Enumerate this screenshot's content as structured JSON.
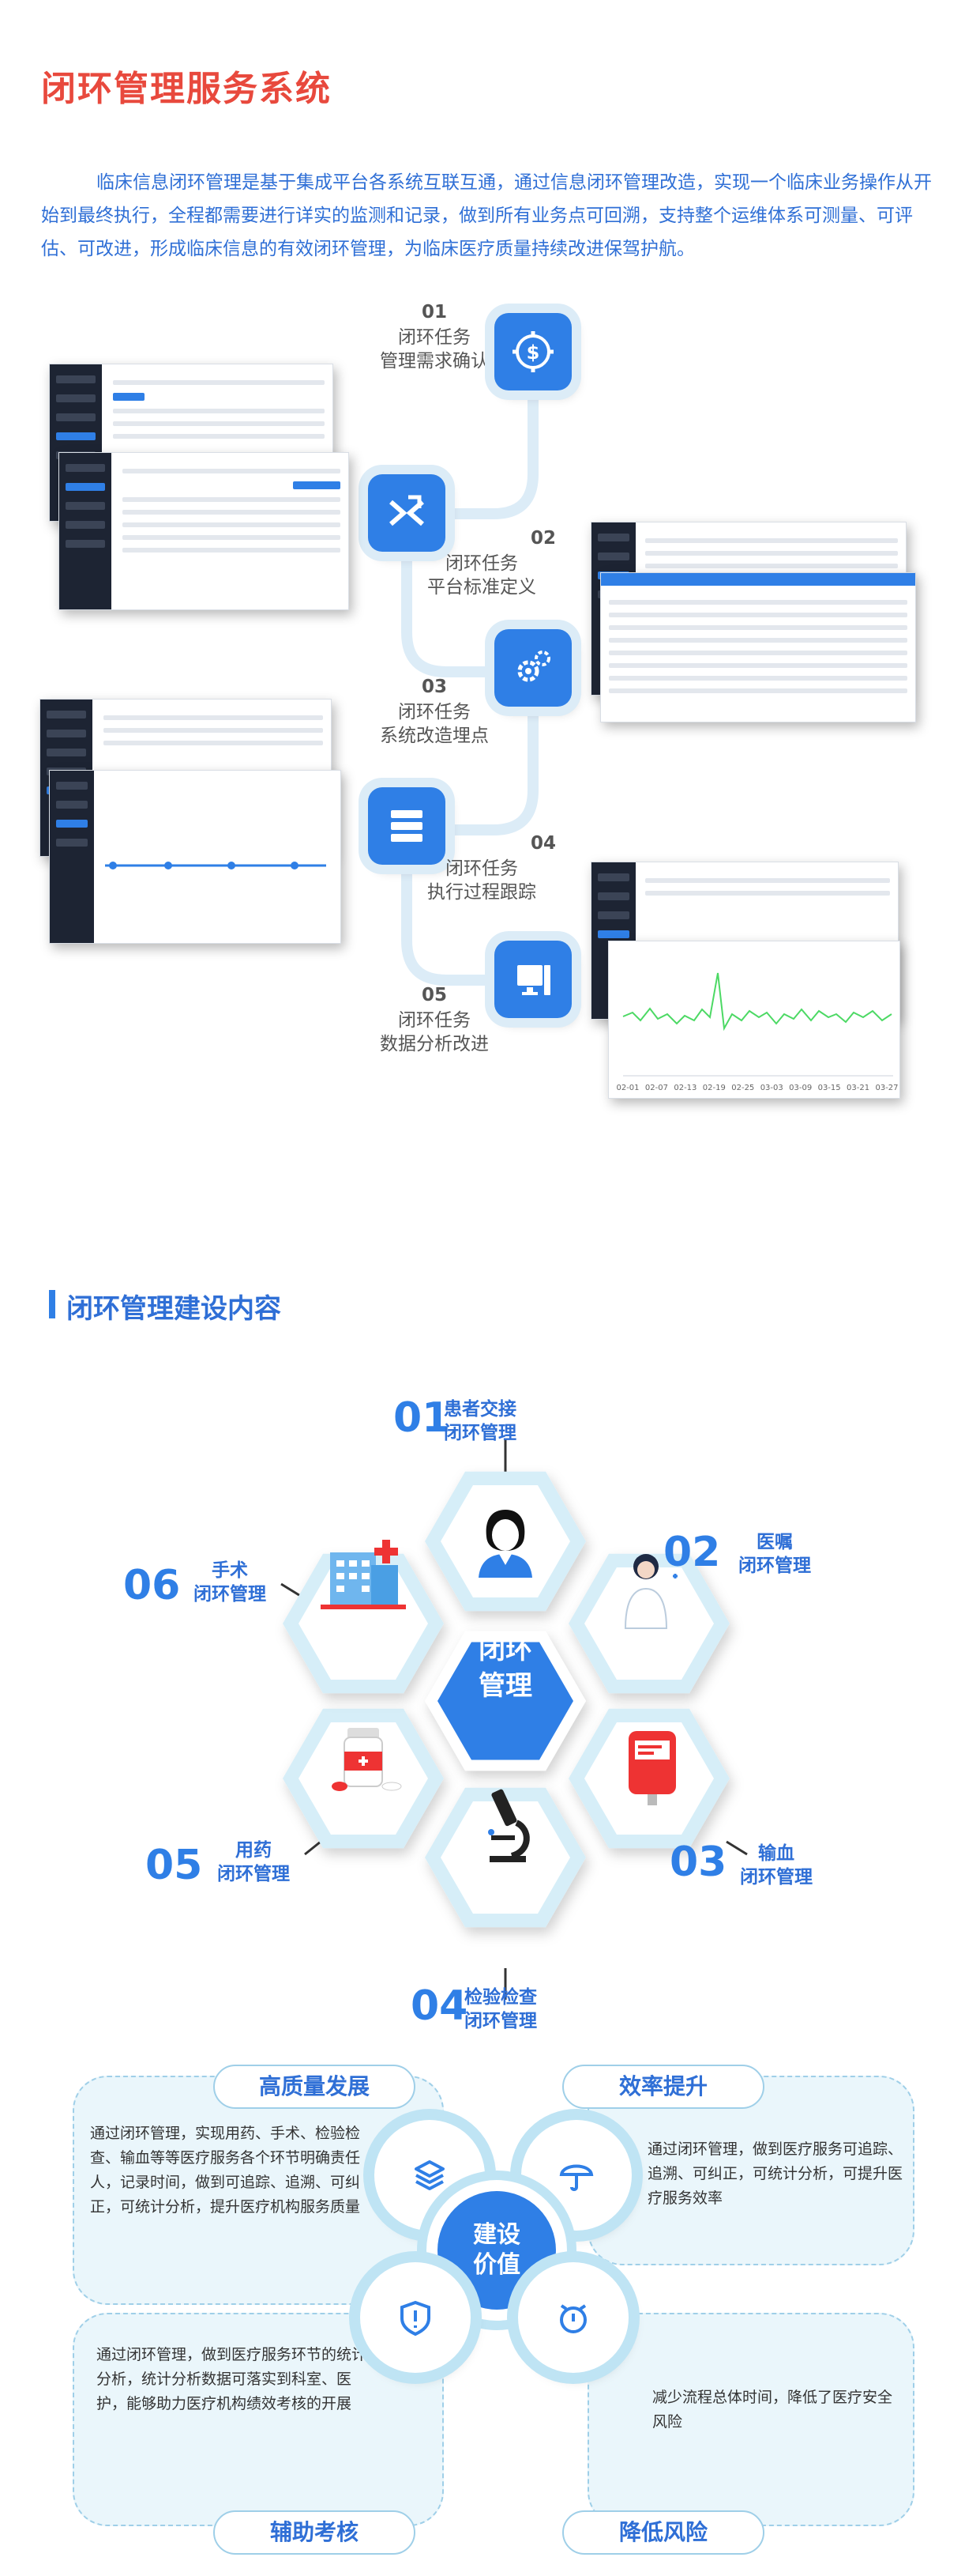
{
  "header": {
    "title": "闭环管理服务系统",
    "intro": "临床信息闭环管理是基于集成平台各系统互联互通，通过信息闭环管理改造，实现一个临床业务操作从开始到最终执行，全程都需要进行详实的监测和记录，做到所有业务点可回溯，支持整个运维体系可测量、可评估、可改进，形成临床信息的有效闭环管理，为临床医疗质量持续改进保驾护航。"
  },
  "process": {
    "steps": [
      {
        "num": "01",
        "line1": "闭环任务",
        "line2": "管理需求确认",
        "icon": "dollar-gear-icon"
      },
      {
        "num": "02",
        "line1": "闭环任务",
        "line2": "平台标准定义",
        "icon": "shuffle-arrows-icon"
      },
      {
        "num": "03",
        "line1": "闭环任务",
        "line2": "系统改造埋点",
        "icon": "gears-icon"
      },
      {
        "num": "04",
        "line1": "闭环任务",
        "line2": "执行过程跟踪",
        "icon": "server-stack-icon"
      },
      {
        "num": "05",
        "line1": "闭环任务",
        "line2": "数据分析改进",
        "icon": "monitor-icon"
      }
    ],
    "chart_dates": [
      "02-01",
      "02-07",
      "02-13",
      "02-19",
      "02-25",
      "03-03",
      "03-09",
      "03-15",
      "03-21",
      "03-27"
    ],
    "colors": {
      "accent": "#2f7fe6",
      "line": "#dcecf7",
      "chart_line": "#4cd964"
    }
  },
  "construction": {
    "title": "闭环管理建设内容",
    "center": {
      "line1": "闭环",
      "line2": "管理"
    },
    "items": [
      {
        "num": "01",
        "line1": "患者交接",
        "line2": "闭环管理",
        "icon": "patient-icon"
      },
      {
        "num": "02",
        "line1": "医嘱",
        "line2": "闭环管理",
        "icon": "doctor-icon"
      },
      {
        "num": "03",
        "line1": "输血",
        "line2": "闭环管理",
        "icon": "blood-bag-icon"
      },
      {
        "num": "04",
        "line1": "检验检查",
        "line2": "闭环管理",
        "icon": "microscope-icon"
      },
      {
        "num": "05",
        "line1": "用药",
        "line2": "闭环管理",
        "icon": "medicine-icon"
      },
      {
        "num": "06",
        "line1": "手术",
        "line2": "闭环管理",
        "icon": "hospital-icon"
      }
    ]
  },
  "value": {
    "center": {
      "line1": "建设",
      "line2": "价值"
    },
    "boxes": [
      {
        "title": "高质量发展",
        "text": "通过闭环管理，实现用药、手术、检验检查、输血等等医疗服务各个环节明确责任人，记录时间，做到可追踪、追溯、可纠正，可统计分析，提升医疗机构服务质量",
        "icon": "layers-icon"
      },
      {
        "title": "效率提升",
        "text": "通过闭环管理，做到医疗服务可追踪、追溯、可纠正，可统计分析，可提升医疗服务效率",
        "icon": "umbrella-icon"
      },
      {
        "title": "辅助考核",
        "text": "通过闭环管理，做到医疗服务环节的统计分析，统计分析数据可落实到科室、医护，能够助力医疗机构绩效考核的开展",
        "icon": "shield-alert-icon"
      },
      {
        "title": "降低风险",
        "text": "减少流程总体时间，降低了医疗安全风险",
        "icon": "alarm-clock-icon"
      }
    ]
  }
}
